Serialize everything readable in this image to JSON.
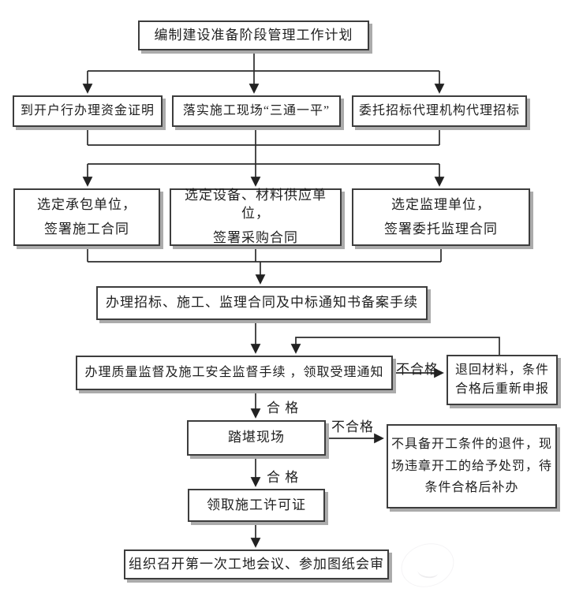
{
  "diagram": {
    "nodes": {
      "plan": {
        "text": "编制建设准备阶段管理工作计划"
      },
      "fund": {
        "text": "到开户行办理资金证明"
      },
      "site": {
        "text": "落实施工现场“三通一平”"
      },
      "tender": {
        "text": "委托招标代理机构代理招标"
      },
      "contractor": {
        "line1": "选定承包单位，",
        "line2": "签署施工合同"
      },
      "supplier": {
        "line1": "选定设备、材料供应单位，",
        "line2": "签署采购合同"
      },
      "supervisor": {
        "line1": "选定监理单位，",
        "line2": "签署委托监理合同"
      },
      "record": {
        "text": "办理招标、施工、监理合同及中标通知书备案手续"
      },
      "quality": {
        "text": "办理质量监督及施工安全监督手续 ，领取受理通知"
      },
      "return": {
        "line1": "退回材料，条件",
        "line2": "合格后重新申报"
      },
      "survey": {
        "text": "踏堪现场"
      },
      "penalty": {
        "line1": "不具备开工条件的退件，现",
        "line2": "场违章开工的给予处罚，待",
        "line3": "条件合格后补办"
      },
      "permit": {
        "text": "领取施工许可证"
      },
      "meeting": {
        "text": "组织召开第一次工地会议、参加图纸会审"
      }
    },
    "labels": {
      "pass1": "合 格",
      "fail1": "不合格",
      "pass2": "合 格",
      "fail2": "不合格"
    },
    "colors": {
      "line": "#2b2b2b",
      "border": "#3d3d3d",
      "shadow": "#ababab",
      "text": "#1f1f1f"
    }
  }
}
